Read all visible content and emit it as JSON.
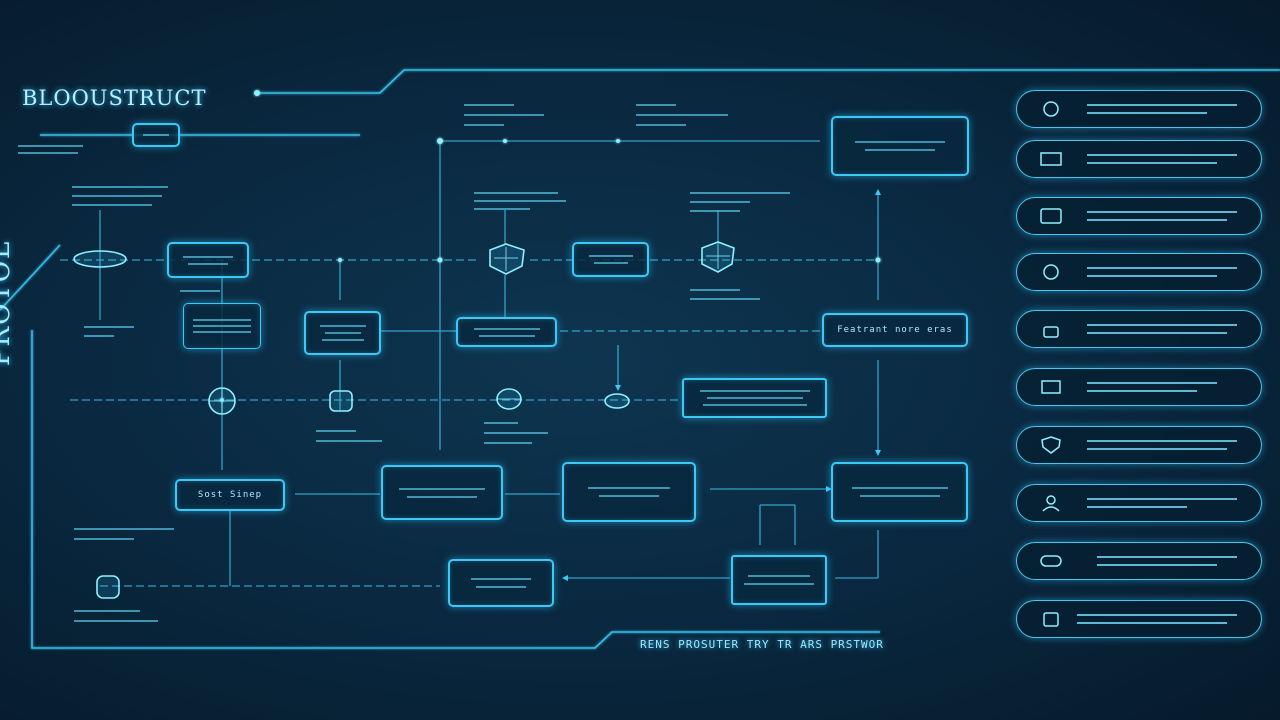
{
  "title": "BLOOUSTRUCT",
  "side_title": "PROTOL",
  "footer": "RENS PROSUTER TRY TR ARS PRSTWOR",
  "nodes": [
    {
      "id": "right-box-1",
      "label": "Featrant nore eras"
    },
    {
      "id": "left-box-1",
      "label": "Sost Sinep"
    }
  ],
  "side_items": [
    {
      "icon": "link-icon"
    },
    {
      "icon": "network-icon"
    },
    {
      "icon": "server-icon"
    },
    {
      "icon": "node-icon"
    },
    {
      "icon": "lock-icon"
    },
    {
      "icon": "database-icon"
    },
    {
      "icon": "shield-icon"
    },
    {
      "icon": "user-icon"
    },
    {
      "icon": "cloud-icon"
    },
    {
      "icon": "key-icon"
    }
  ],
  "colors": {
    "accent": "#3cc9f5",
    "background": "#0a2a42",
    "glow": "#2fc6ff"
  }
}
